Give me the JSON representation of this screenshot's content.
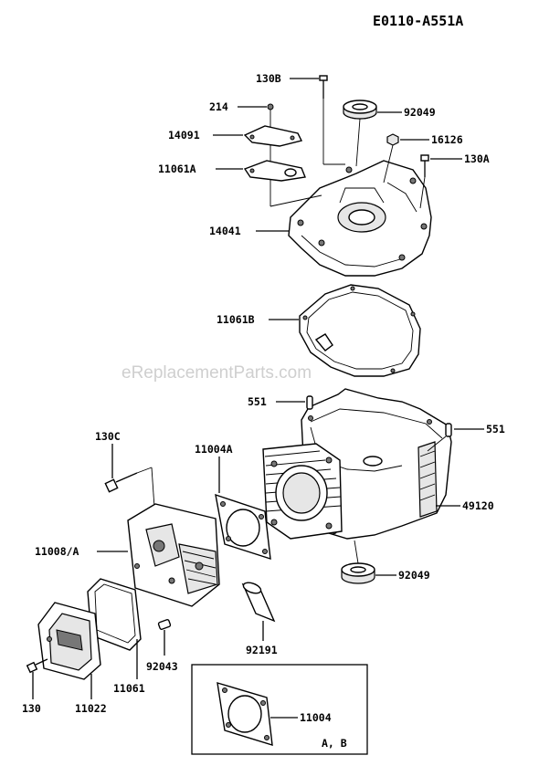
{
  "diagram_code": "E0110-A551A",
  "watermark": "eReplacementParts.com",
  "inset_label": "A, B",
  "callouts": {
    "c130b": "130B",
    "c92049_top": "92049",
    "c214": "214",
    "c14091": "14091",
    "c16126": "16126",
    "c11061a": "11061A",
    "c130a": "130A",
    "c14041": "14041",
    "c11061b": "11061B",
    "c551_left": "551",
    "c551_right": "551",
    "c130c": "130C",
    "c11004a": "11004A",
    "c49120": "49120",
    "c11008a": "11008/A",
    "c92049_bottom": "92049",
    "c92191": "92191",
    "c92043": "92043",
    "c130": "130",
    "c11022": "11022",
    "c11061": "11061",
    "c11004": "11004"
  }
}
